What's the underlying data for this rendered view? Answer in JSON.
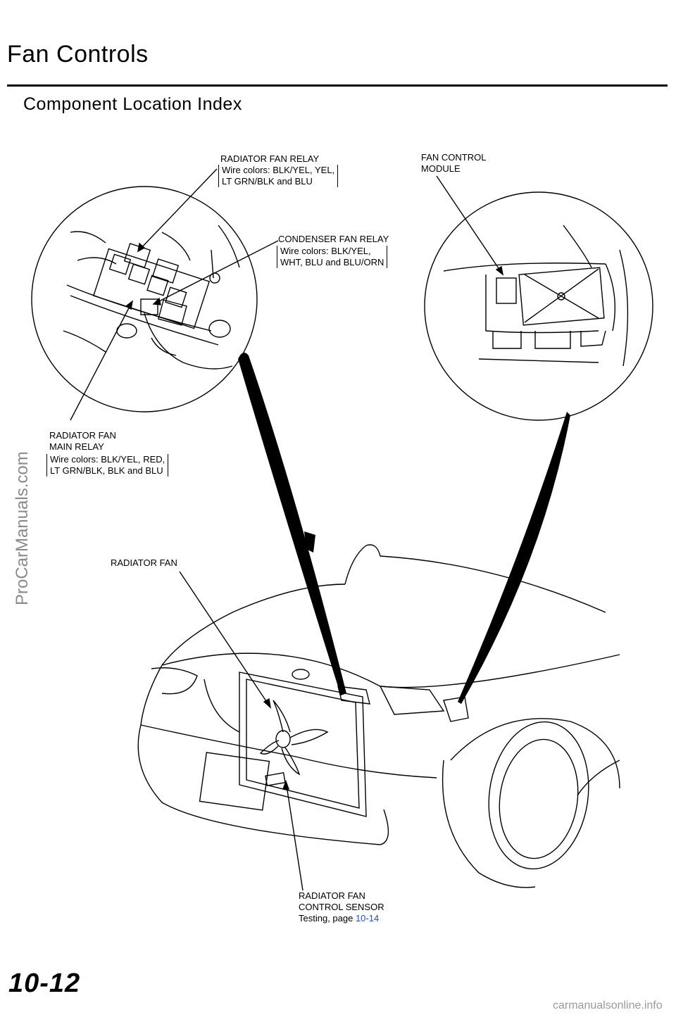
{
  "header": {
    "title": "Fan Controls",
    "subtitle": "Component Location Index"
  },
  "labels": {
    "radiator_fan_relay": {
      "name": "RADIATOR FAN RELAY",
      "wire_line1": "Wire colors: BLK/YEL, YEL,",
      "wire_line2": "LT GRN/BLK and BLU"
    },
    "fan_control_module": {
      "line1": "FAN CONTROL",
      "line2": "MODULE"
    },
    "condenser_fan_relay": {
      "name": "CONDENSER FAN RELAY",
      "wire_line1": "Wire colors: BLK/YEL,",
      "wire_line2": "WHT, BLU and BLU/ORN"
    },
    "radiator_fan_main_relay": {
      "line1": "RADIATOR FAN",
      "line2": "MAIN RELAY",
      "wire_line1": "Wire colors: BLK/YEL, RED,",
      "wire_line2": "LT GRN/BLK, BLK and BLU"
    },
    "radiator_fan": {
      "name": "RADIATOR FAN"
    },
    "radiator_fan_control_sensor": {
      "line1": "RADIATOR FAN",
      "line2": "CONTROL SENSOR",
      "testing": "Testing, page ",
      "page_ref": "10-14"
    }
  },
  "watermark": "ProCarManuals.com",
  "page_number": "10-12",
  "footer": "carmanualsonline.info",
  "colors": {
    "link": "#1f4fd0",
    "watermark": "#8a8a8a"
  }
}
